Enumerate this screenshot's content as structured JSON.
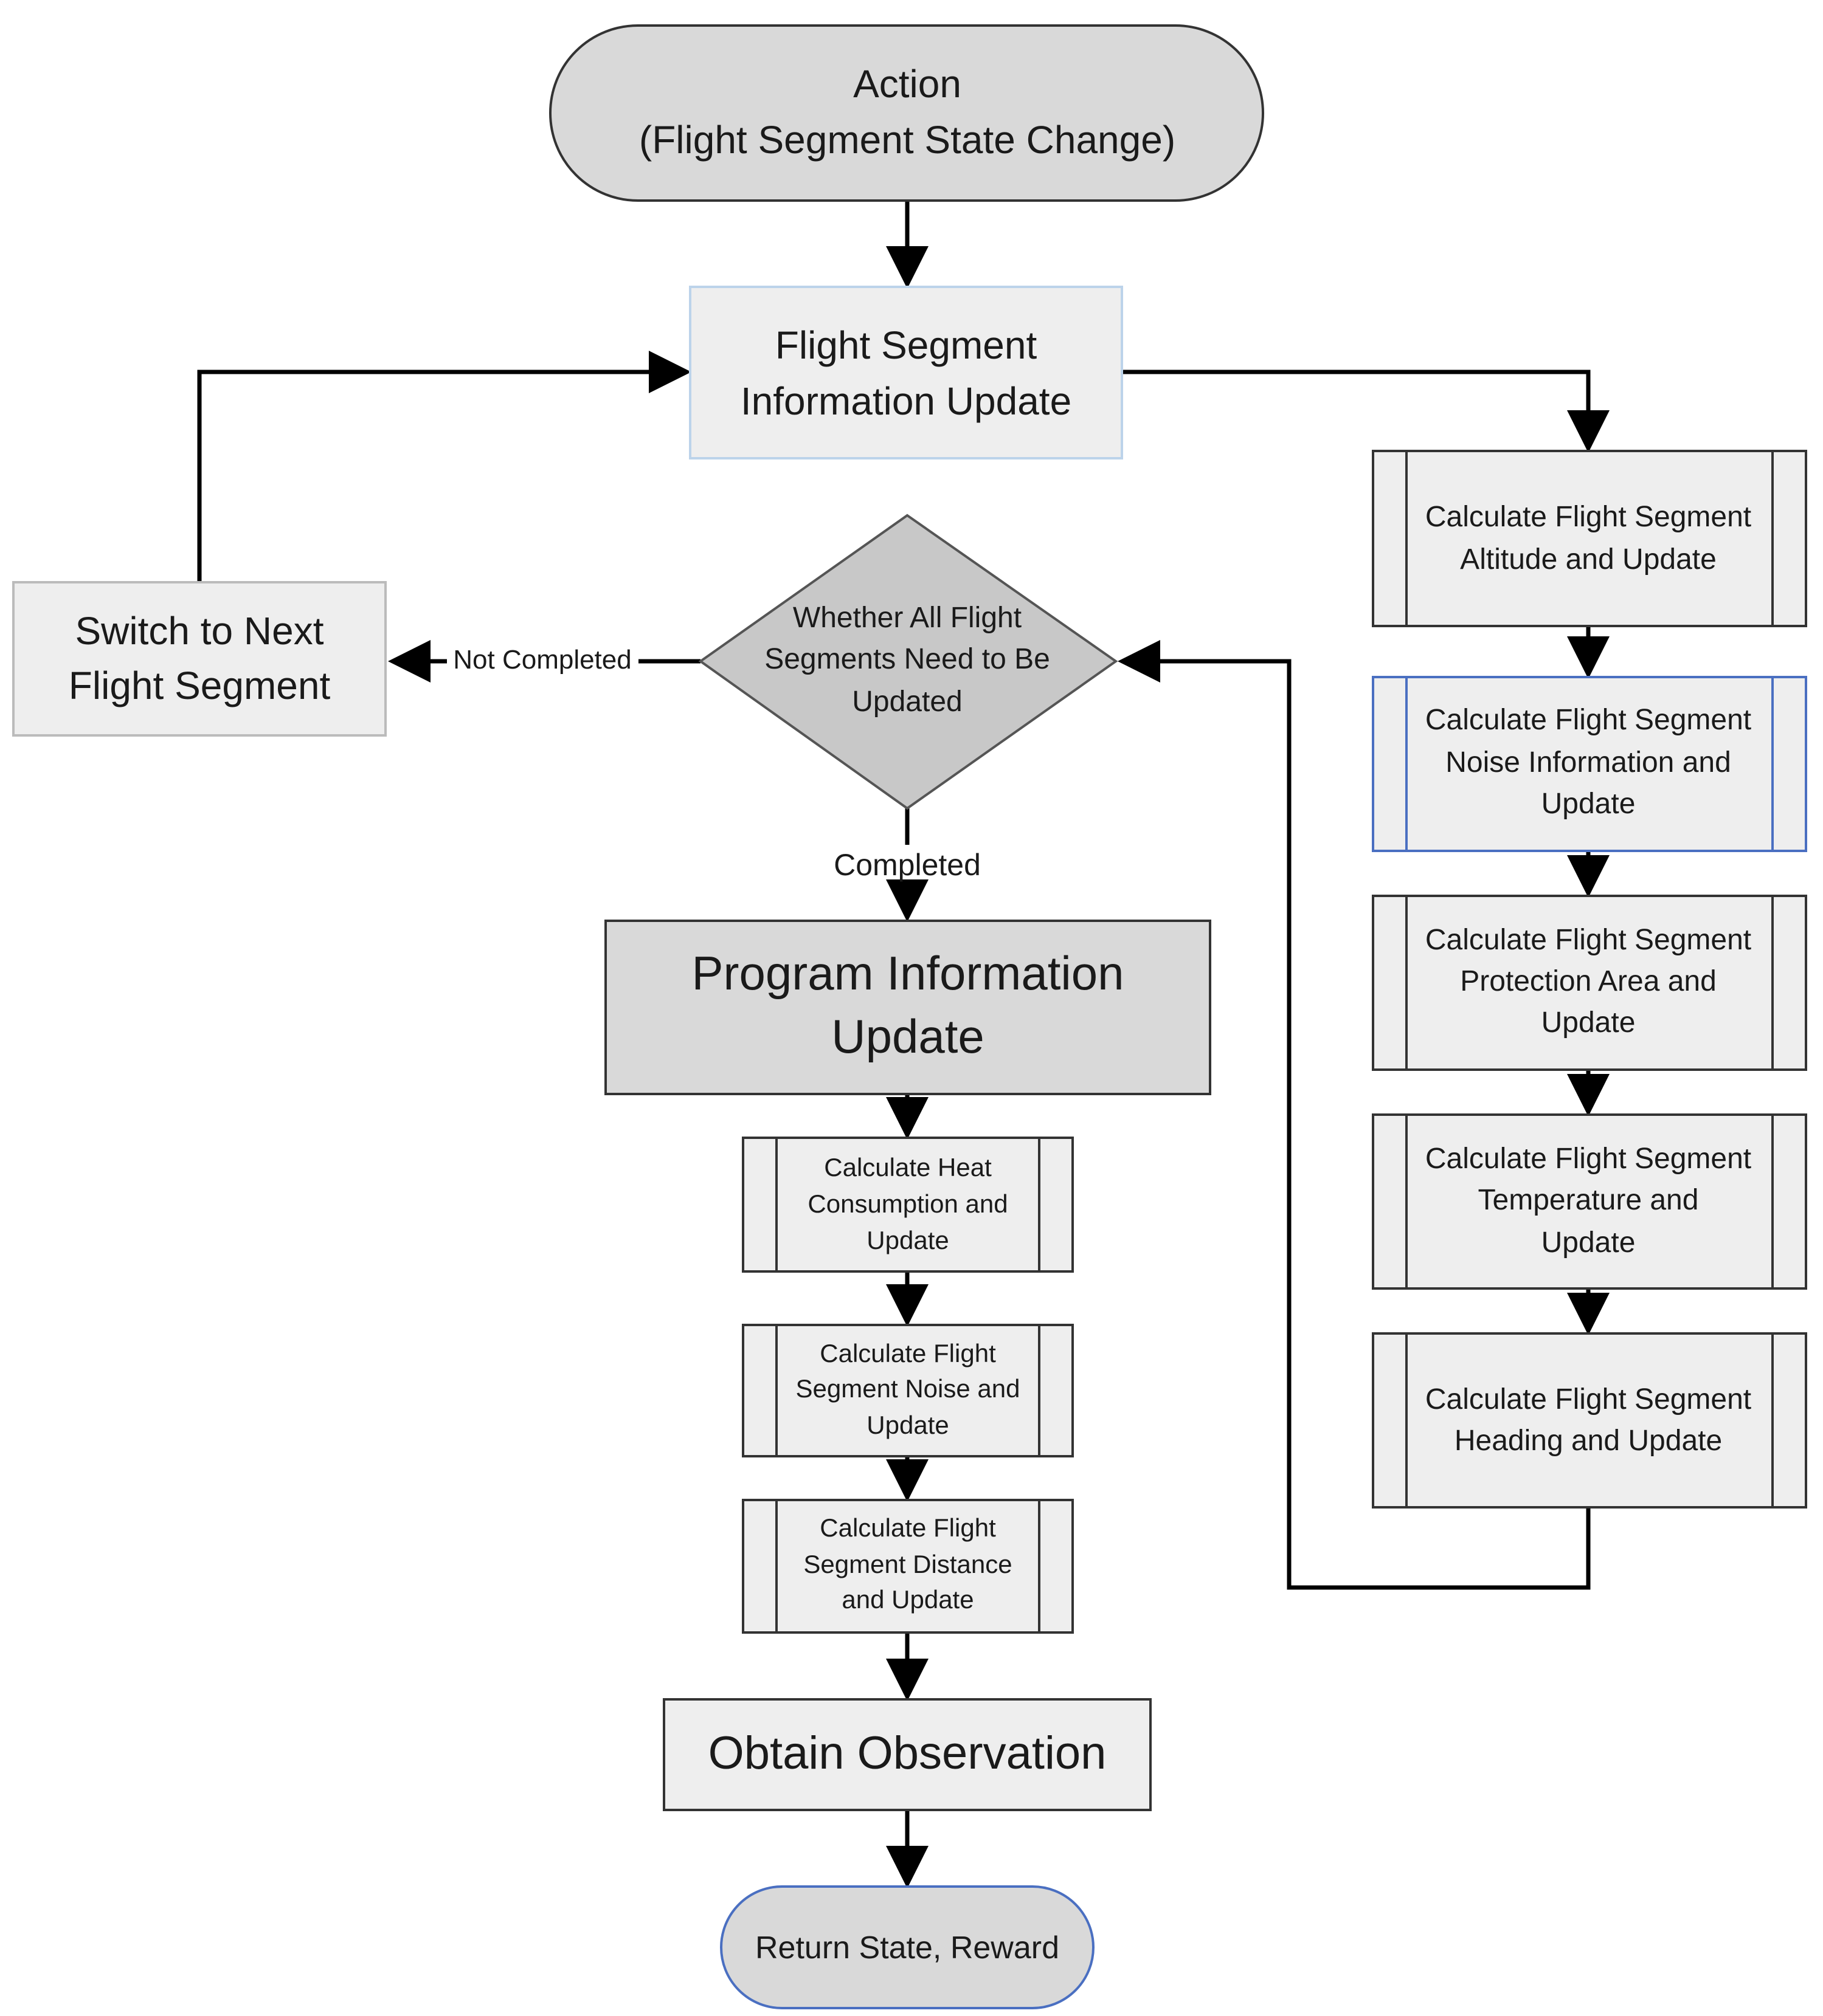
{
  "nodes": {
    "action": {
      "line1": "Action",
      "line2": "(Flight Segment State Change)"
    },
    "fs_info_update": {
      "line1": "Flight Segment",
      "line2": "Information Update"
    },
    "switch_next": {
      "line1": "Switch to Next",
      "line2": "Flight Segment"
    },
    "decision": {
      "line1": "Whether All Flight",
      "line2": "Segments Need to Be",
      "line3": "Updated"
    },
    "program_info_update": {
      "line1": "Program Information",
      "line2": "Update"
    },
    "calc_heat": {
      "line1": "Calculate Heat",
      "line2": "Consumption and",
      "line3": "Update"
    },
    "calc_fs_noise": {
      "line1": "Calculate Flight",
      "line2": "Segment Noise and",
      "line3": "Update"
    },
    "calc_fs_distance": {
      "line1": "Calculate Flight",
      "line2": "Segment Distance",
      "line3": "and Update"
    },
    "obtain_observation": {
      "line1": "Obtain Observation"
    },
    "return_state": {
      "line1": "Return State, Reward"
    },
    "calc_altitude": {
      "line1": "Calculate Flight Segment",
      "line2": "Altitude and Update"
    },
    "calc_noise_info": {
      "line1": "Calculate Flight Segment",
      "line2": "Noise Information and",
      "line3": "Update"
    },
    "calc_protection": {
      "line1": "Calculate Flight Segment",
      "line2": "Protection Area and",
      "line3": "Update"
    },
    "calc_temperature": {
      "line1": "Calculate Flight Segment",
      "line2": "Temperature and",
      "line3": "Update"
    },
    "calc_heading": {
      "line1": "Calculate Flight Segment",
      "line2": "Heading and Update"
    }
  },
  "edge_labels": {
    "not_completed": "Not Completed",
    "completed": "Completed"
  },
  "colors": {
    "terminal_fill": "#d9d9d9",
    "light_box_fill": "#eeeeee",
    "dark_box_fill": "#d9d9d9",
    "decision_fill": "#c8c8c8",
    "blue_border": "#4a6fc1",
    "light_blue_border": "#bcd3ea",
    "line": "#000000"
  }
}
